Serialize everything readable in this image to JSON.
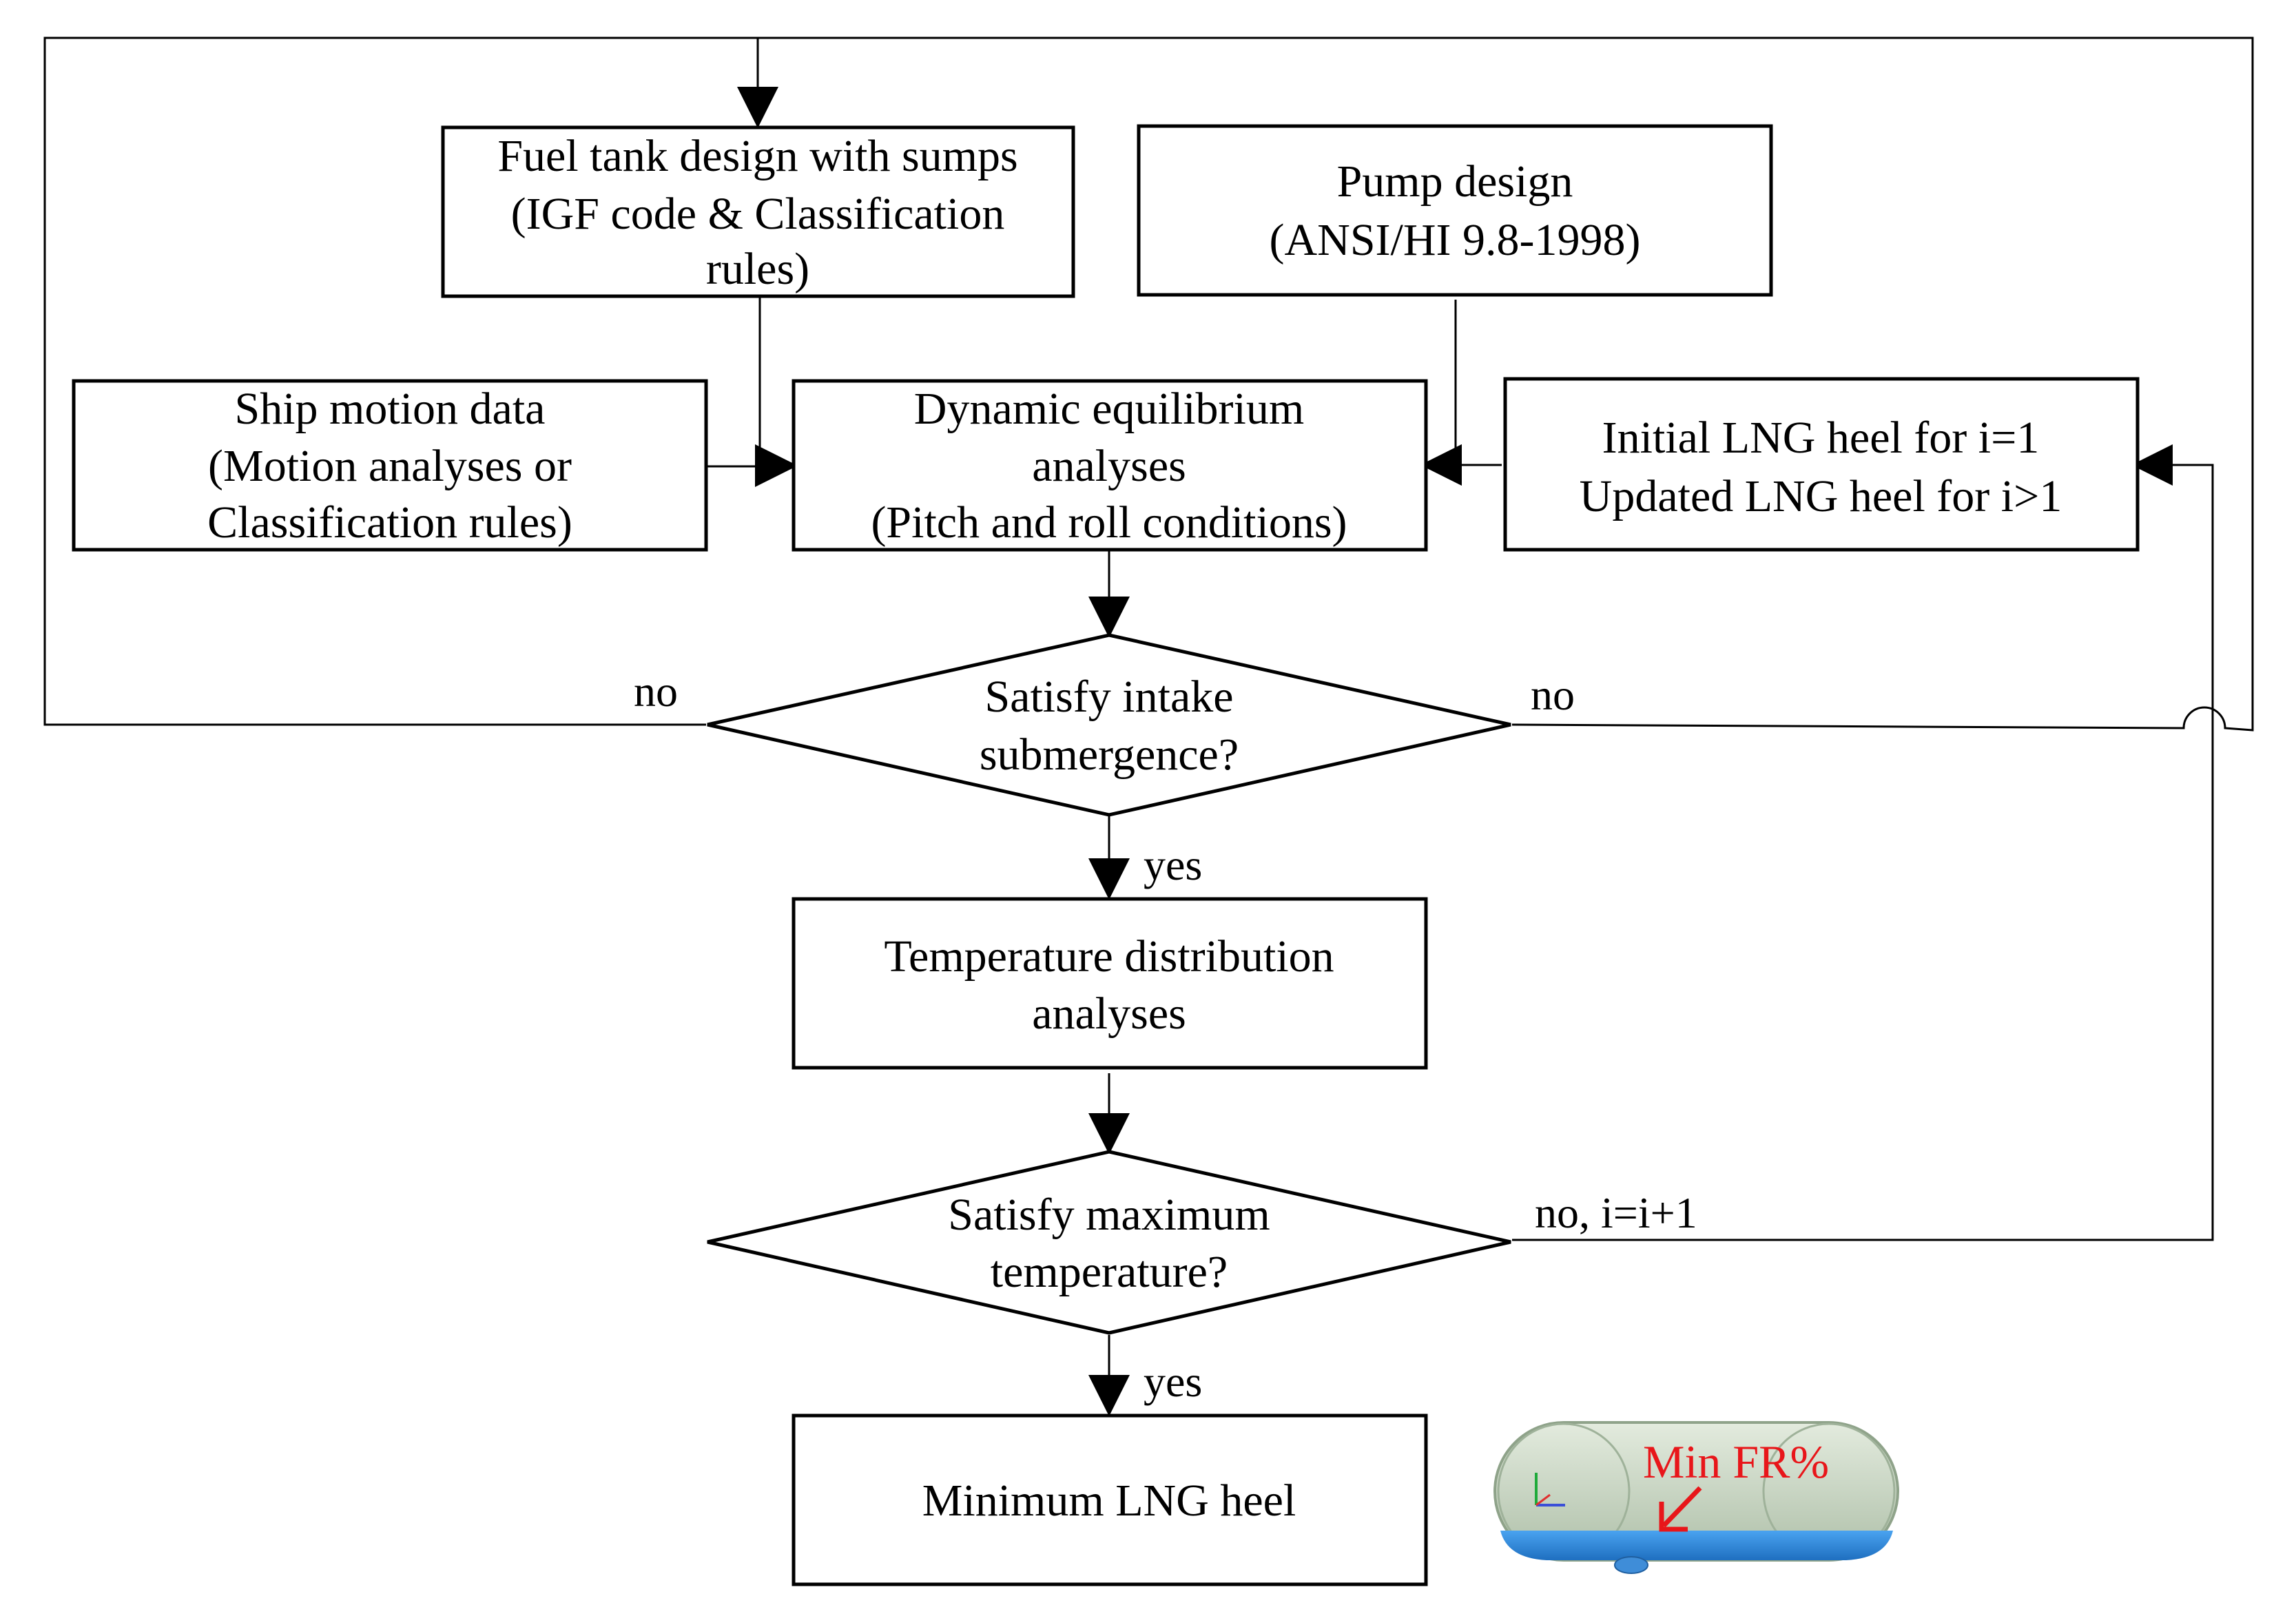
{
  "boxes": {
    "fuel_tank": [
      "Fuel tank design with sumps",
      "(IGF code & Classification",
      "rules)"
    ],
    "pump": [
      "Pump design",
      "(ANSI/HI 9.8-1998)"
    ],
    "ship_motion": [
      "Ship motion data",
      "(Motion analyses or",
      "Classification rules)"
    ],
    "dynamic": [
      "Dynamic equilibrium",
      "analyses",
      "(Pitch and roll conditions)"
    ],
    "lng_heel_input": [
      "Initial LNG heel for i=1",
      "Updated LNG heel for i>1"
    ],
    "temperature": [
      "Temperature distribution",
      "analyses"
    ],
    "minimum": [
      "Minimum LNG heel"
    ]
  },
  "decisions": {
    "intake": [
      "Satisfy intake",
      "submergence?"
    ],
    "max_temp": [
      "Satisfy maximum",
      "temperature?"
    ]
  },
  "edge_labels": {
    "intake_no_left": "no",
    "intake_no_right": "no",
    "intake_yes": "yes",
    "temp_no": "no, i=i+1",
    "temp_yes": "yes"
  },
  "tank_illustration": {
    "label": "Min FR%",
    "colors": {
      "shell": "#cbd8c4",
      "liquid": "#2f86d8",
      "label": "#e8161a"
    }
  }
}
